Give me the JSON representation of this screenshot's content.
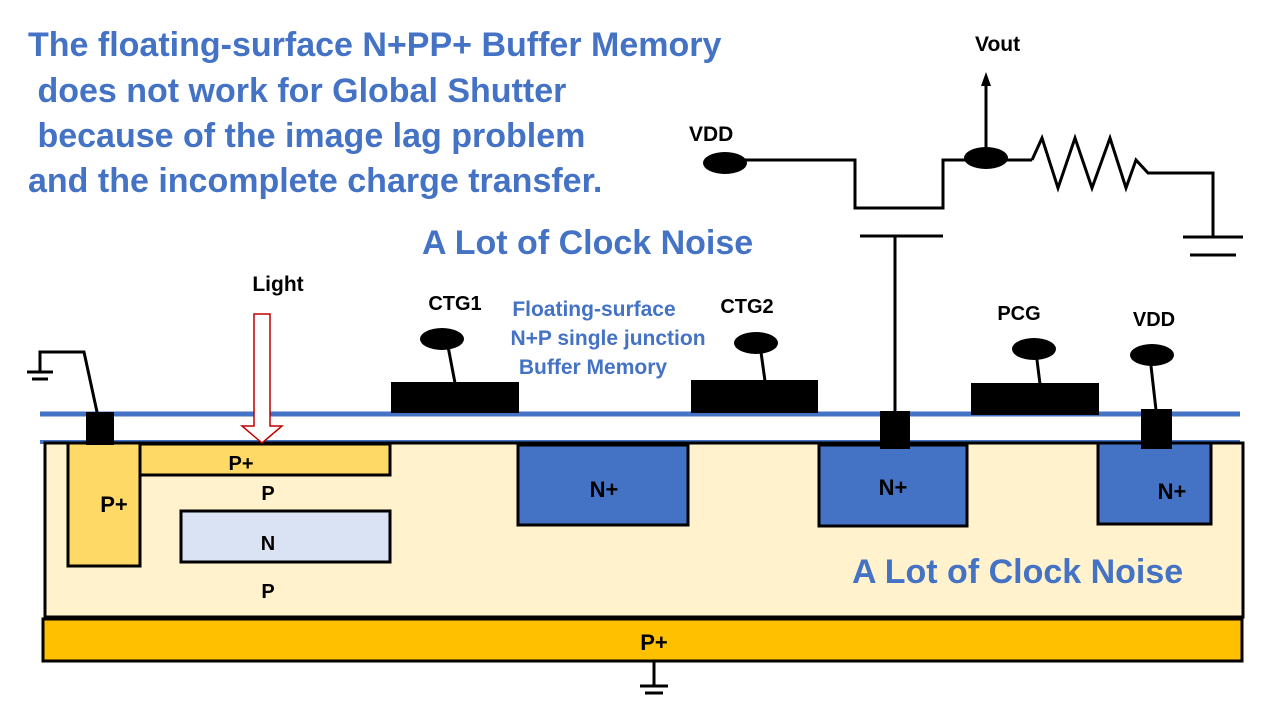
{
  "title_lines": [
    "The floating-surface N+PP+ Buffer Memory",
    " does not work for Global Shutter",
    " because of the image lag problem",
    "and the incomplete charge transfer."
  ],
  "noise_label_top": "A Lot of Clock Noise",
  "noise_label_bottom": "A Lot of Clock Noise",
  "circuit": {
    "vdd_label": "VDD",
    "vout_label": "Vout"
  },
  "light_label": "Light",
  "gates": {
    "ctg1": "CTG1",
    "ctg2": "CTG2",
    "pcg": "PCG",
    "vdd_contact": "VDD"
  },
  "buffer_memory_label": [
    "Floating-surface",
    "N+P single junction",
    "Buffer Memory"
  ],
  "regions": {
    "p_plus_left": "P+",
    "p_plus_surface": "P+",
    "p_upper": "P",
    "n_photodiode": "N",
    "p_lower": "P",
    "n_plus_buffer": "N+",
    "n_plus_fd": "N+",
    "n_plus_drain": "N+",
    "p_plus_substrate": "P+"
  },
  "colors": {
    "title_blue": "#4472C4",
    "n_plus_fill": "#4472C4",
    "p_epi_fill": "#FFF2CC",
    "p_plus_fill": "#FFD966",
    "substrate_fill": "#FFC000",
    "n_region_fill": "#DAE3F3",
    "gate_black": "#000000"
  }
}
